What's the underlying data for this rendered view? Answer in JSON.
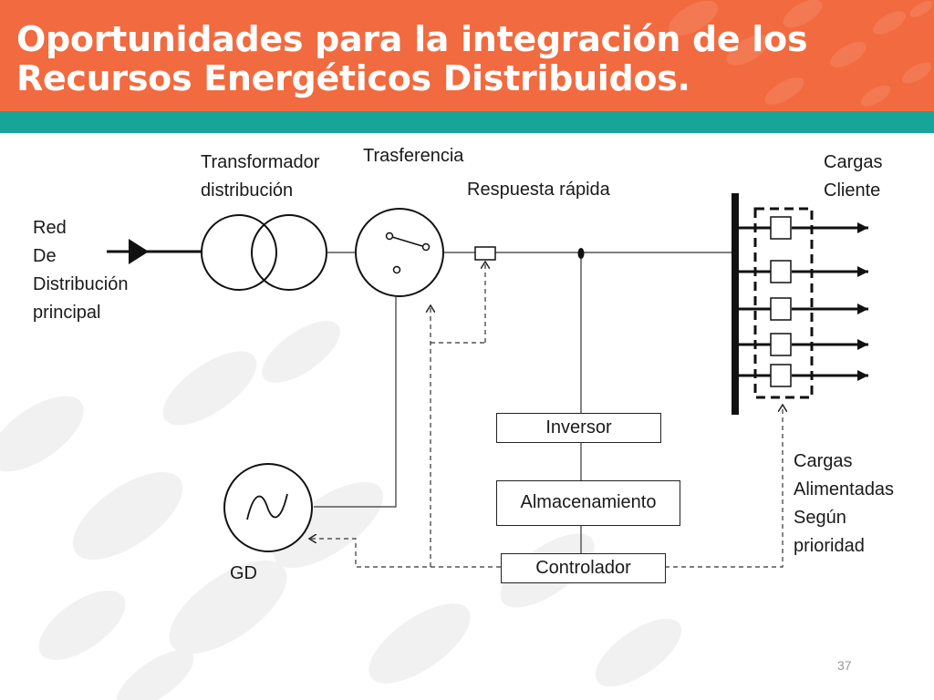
{
  "slide": {
    "title": "Oportunidades para la integración de los Recursos Energéticos Distribuidos.",
    "page_number": "37"
  },
  "diagram": {
    "labels": {
      "red": [
        "Red",
        "De",
        "Distribución",
        "principal"
      ],
      "transformador": [
        "Transformador",
        "distribución"
      ],
      "trasferencia": "Trasferencia",
      "respuesta": "Respuesta rápida",
      "cargas_cliente": [
        "Cargas",
        "Cliente"
      ],
      "cargas_alimentadas": [
        "Cargas",
        "Alimentadas",
        "Según",
        "prioridad"
      ],
      "gd": "GD"
    },
    "boxes": {
      "inversor": "Inversor",
      "almacenamiento": "Almacenamiento",
      "controlador": "Controlador"
    }
  },
  "colors": {
    "header": "#f26a3f",
    "teal_bar": "#17a59a",
    "line": "#222222"
  }
}
